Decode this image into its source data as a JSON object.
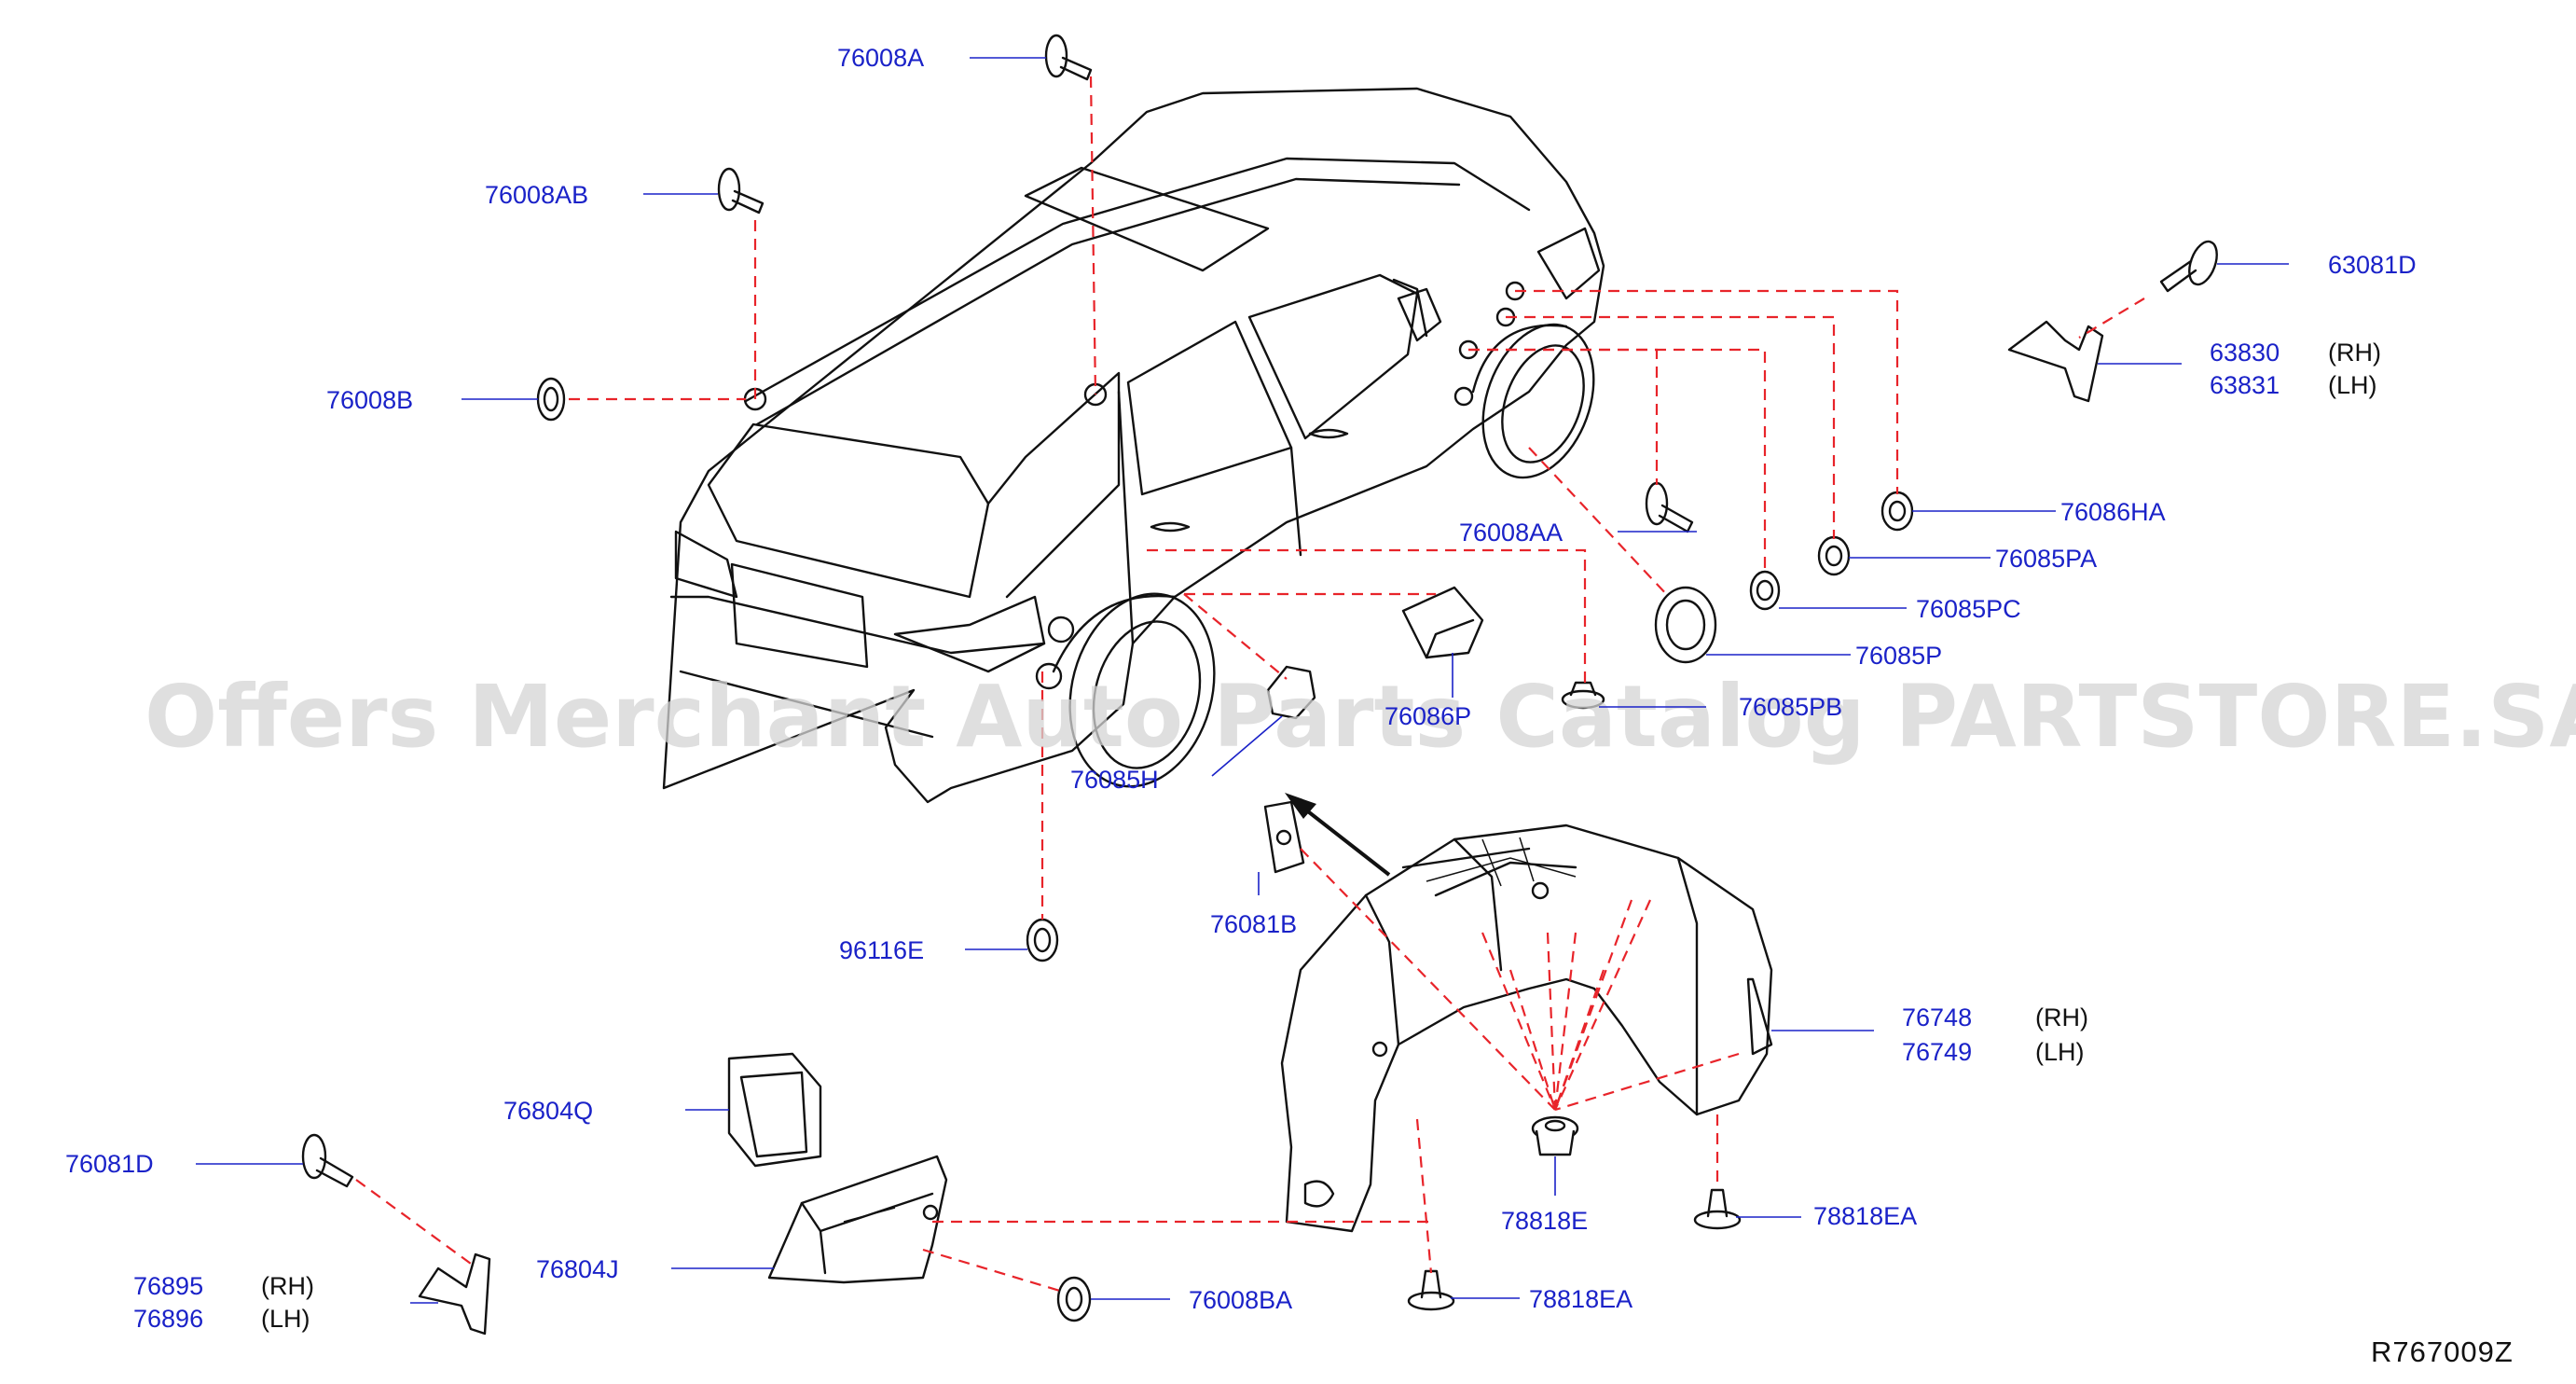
{
  "parts": {
    "p76008A": "76008A",
    "p76008AB": "76008AB",
    "p76008B": "76008B",
    "p63081D": "63081D",
    "p63830": "63830",
    "p63831": "63831",
    "p76086HA": "76086HA",
    "p76085PA": "76085PA",
    "p76008AA": "76008AA",
    "p76085PC": "76085PC",
    "p76085P": "76085P",
    "p76086P": "76086P",
    "p76085PB": "76085PB",
    "p76085H": "76085H",
    "p96116E": "96116E",
    "p76081B": "76081B",
    "p76748": "76748",
    "p76749": "76749",
    "p76804Q": "76804Q",
    "p76081D": "76081D",
    "p76804J": "76804J",
    "p78818E": "78818E",
    "p78818EA_1": "78818EA",
    "p78818EA_2": "78818EA",
    "p76895": "76895",
    "p76896": "76896",
    "p76008BA": "76008BA"
  },
  "sides": {
    "rh": "(RH)",
    "lh": "(LH)"
  },
  "diagram_code": "R767009Z",
  "watermark": "Offers Merchant Auto Parts Catalog PARTSTORE.SA",
  "colors": {
    "label": "#1a22c8",
    "dashed_line": "#e8242a",
    "ink": "#111111",
    "watermark": "#d4d4d4"
  }
}
